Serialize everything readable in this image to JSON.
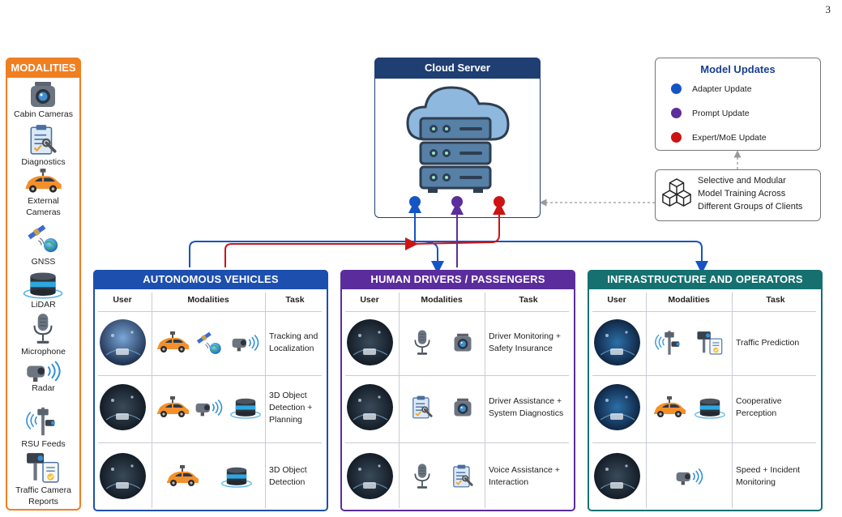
{
  "page_number": "3",
  "modalities": {
    "title": "MODALITIES",
    "items": [
      {
        "icon": "cabin-camera-icon",
        "lines": [
          "Cabin Cameras"
        ]
      },
      {
        "icon": "diagnostics-icon",
        "lines": [
          "Diagnostics"
        ]
      },
      {
        "icon": "external-camera-car-icon",
        "lines": [
          "External",
          "Cameras"
        ]
      },
      {
        "icon": "gnss-satellite-icon",
        "lines": [
          "GNSS"
        ]
      },
      {
        "icon": "lidar-icon",
        "lines": [
          "LiDAR"
        ]
      },
      {
        "icon": "microphone-icon",
        "lines": [
          "Microphone"
        ]
      },
      {
        "icon": "radar-icon",
        "lines": [
          "Radar"
        ]
      },
      {
        "icon": "rsu-icon",
        "lines": [
          "RSU Feeds"
        ]
      },
      {
        "icon": "traffic-camera-icon",
        "lines": [
          "Traffic Camera",
          "Reports"
        ]
      }
    ]
  },
  "cloud": {
    "title": "Cloud Server"
  },
  "model_updates": {
    "title": "Model Updates",
    "items": [
      {
        "label": "Adapter Update",
        "color": "#1554c4"
      },
      {
        "label": "Prompt Update",
        "color": "#5b2d9c"
      },
      {
        "label": "Expert/MoE Update",
        "color": "#cc1414"
      }
    ]
  },
  "selective": {
    "lines": [
      "Selective and Modular",
      "Model Training Across",
      "Different Groups of Clients"
    ]
  },
  "groups": [
    {
      "title": "AUTONOMOUS VEHICLES",
      "color": "#1d4fae",
      "headers": {
        "user": "User",
        "modalities": "Modalities",
        "task": "Task"
      },
      "rows": [
        {
          "icons": [
            "external-camera-car-icon",
            "gnss-satellite-icon",
            "radar-icon"
          ],
          "task": [
            "Tracking and",
            "Localization"
          ]
        },
        {
          "icons": [
            "external-camera-car-icon",
            "radar-icon",
            "lidar-icon"
          ],
          "task": [
            "3D Object",
            "Detection +",
            "Planning"
          ]
        },
        {
          "icons": [
            "external-camera-car-icon",
            "lidar-icon"
          ],
          "task": [
            "3D Object",
            "Detection"
          ]
        }
      ]
    },
    {
      "title": "HUMAN DRIVERS / PASSENGERS",
      "color": "#5b2d9c",
      "headers": {
        "user": "User",
        "modalities": "Modalities",
        "task": "Task"
      },
      "rows": [
        {
          "icons": [
            "microphone-icon",
            "cabin-camera-icon"
          ],
          "task": [
            "Driver Monitoring +",
            "Safety Insurance"
          ]
        },
        {
          "icons": [
            "diagnostics-icon",
            "cabin-camera-icon"
          ],
          "task": [
            "Driver Assistance +",
            "System Diagnostics"
          ]
        },
        {
          "icons": [
            "microphone-icon",
            "diagnostics-icon"
          ],
          "task": [
            "Voice Assistance +",
            "Interaction"
          ]
        }
      ]
    },
    {
      "title": "INFRASTRUCTURE AND OPERATORS",
      "color": "#167070",
      "headers": {
        "user": "User",
        "modalities": "Modalities",
        "task": "Task"
      },
      "rows": [
        {
          "icons": [
            "rsu-icon",
            "traffic-camera-icon"
          ],
          "task": [
            "Traffic Prediction"
          ]
        },
        {
          "icons": [
            "external-camera-car-icon",
            "lidar-icon"
          ],
          "task": [
            "Cooperative",
            "Perception"
          ]
        },
        {
          "icons": [
            "radar-icon"
          ],
          "task": [
            "Speed + Incident",
            "Monitoring"
          ]
        }
      ]
    }
  ],
  "colors": {
    "orange": "#f07f22",
    "navy": "#1f3f73",
    "blue": "#1554c4",
    "purple": "#5b2d9c",
    "red": "#cc1414",
    "teal": "#167070"
  }
}
